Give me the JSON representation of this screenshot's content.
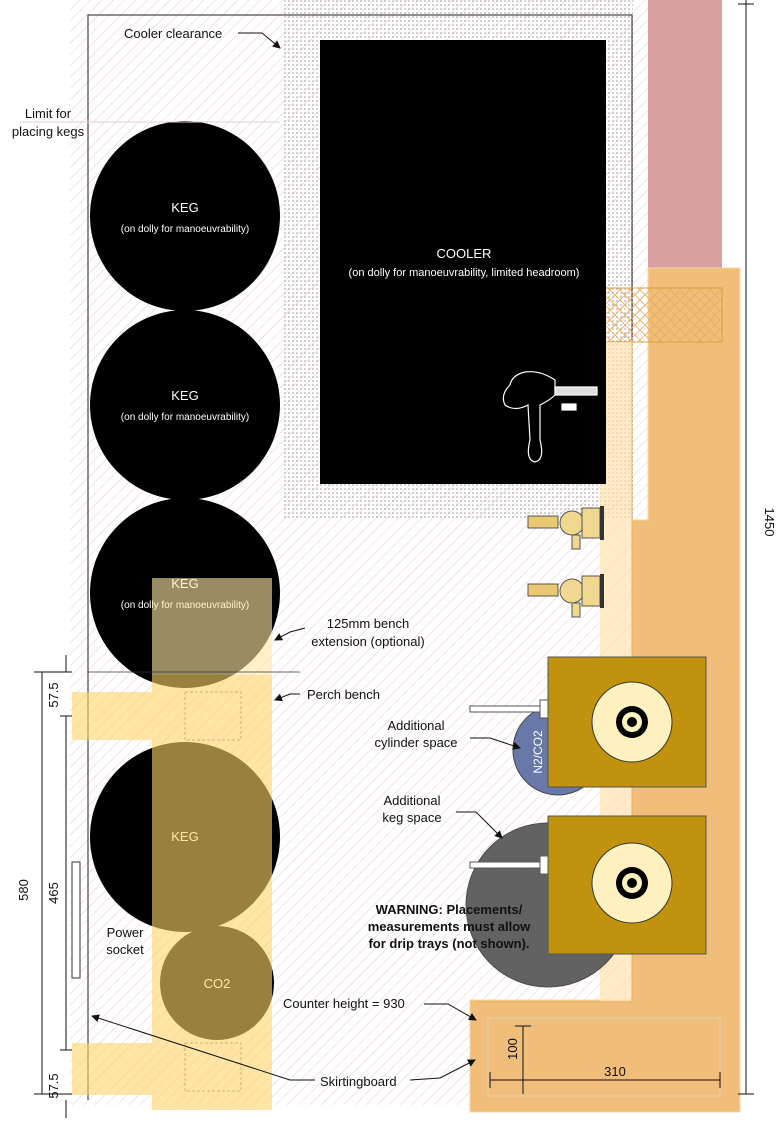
{
  "labels": {
    "cooler_clearance": "Cooler clearance",
    "limit_line1": "Limit for",
    "limit_line2": "placing kegs",
    "keg": "KEG",
    "keg_sub": "(on dolly for manoeuvrability)",
    "cooler": "COOLER",
    "cooler_sub": "(on dolly for manoeuvrability, limited headroom)",
    "bench_ext_line1": "125mm bench",
    "bench_ext_line2": "extension (optional)",
    "perch_bench": "Perch bench",
    "add_cyl_line1": "Additional",
    "add_cyl_line2": "cylinder space",
    "n2co2": "N2/CO2",
    "add_keg_line1": "Additional",
    "add_keg_line2": "keg space",
    "warning_line1": "WARNING: Placements/",
    "warning_line2": "measurements must allow",
    "warning_line3": "for drip trays (not shown).",
    "power_line1": "Power",
    "power_line2": "socket",
    "co2": "CO2",
    "counter_height": "Counter height = 930",
    "skirtingboard": "Skirtingboard"
  },
  "dimensions": {
    "d1450": "1450",
    "d580": "580",
    "d465": "465",
    "d57a": "57.5",
    "d57b": "57.5",
    "d100": "100",
    "d310": "310"
  },
  "colors": {
    "keg": "#000000",
    "bench": "#ffe9a6",
    "counter": "#f0bd7a",
    "tap_tower": "#c0920e",
    "wall_red": "#d8a0a0",
    "cylinder": "#6878a8",
    "extra_keg": "#5a5a5a"
  }
}
